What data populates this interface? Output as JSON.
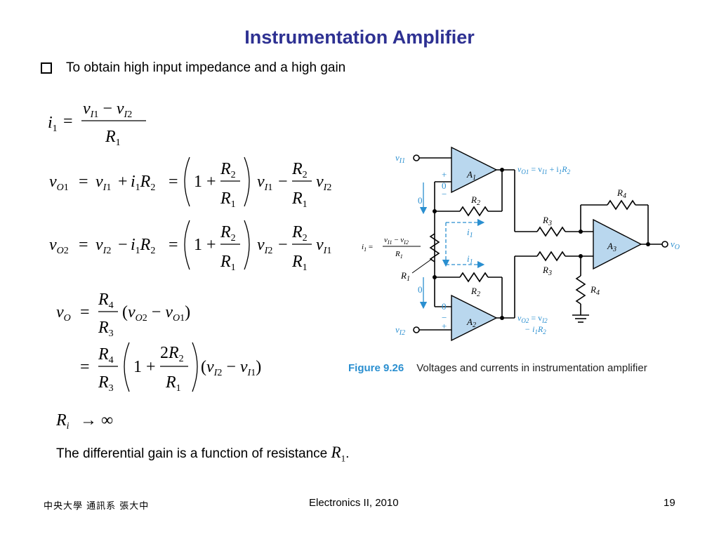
{
  "slide": {
    "title": "Instrumentation Amplifier",
    "bullet": "To obtain high input impedance and a high gain",
    "note": "The differential gain is a function of resistance",
    "note_var": "R",
    "note_sub": "1",
    "note_end": "."
  },
  "footer": {
    "left": "中央大學  通訊系  張大中",
    "center": "Electronics II, 2010",
    "page": "19"
  },
  "figure": {
    "number": "Figure 9.26",
    "caption": "Voltages and currents in instrumentation amplifier",
    "accent_color": "#2a8fd0",
    "amp_fill": "#b9d7ee"
  }
}
